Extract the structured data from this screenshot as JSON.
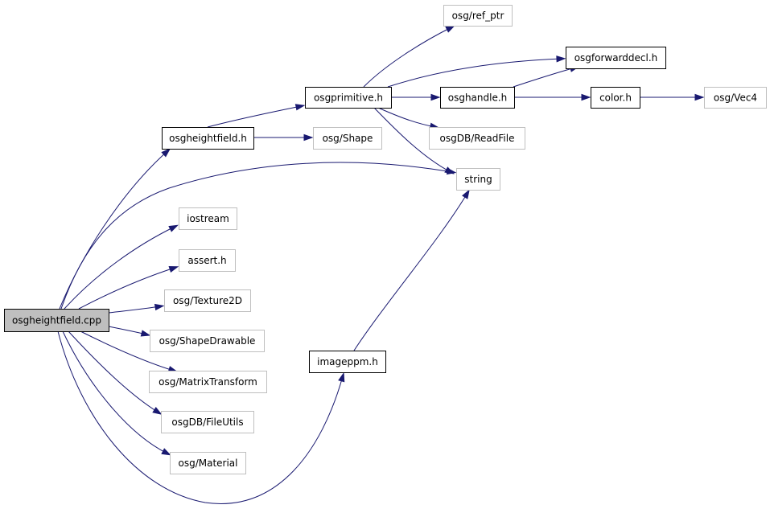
{
  "nodes": {
    "osgheightfield_cpp": {
      "label": "osgheightfield.cpp",
      "kind": "root"
    },
    "osgheightfield_h": {
      "label": "osgheightfield.h",
      "kind": "local"
    },
    "osgprimitive_h": {
      "label": "osgprimitive.h",
      "kind": "local"
    },
    "osg_ref_ptr": {
      "label": "osg/ref_ptr",
      "kind": "system"
    },
    "osgforwarddecl_h": {
      "label": "osgforwarddecl.h",
      "kind": "local"
    },
    "osghandle_h": {
      "label": "osghandle.h",
      "kind": "local"
    },
    "color_h": {
      "label": "color.h",
      "kind": "local"
    },
    "osg_vec4": {
      "label": "osg/Vec4",
      "kind": "system"
    },
    "osgdb_readfile": {
      "label": "osgDB/ReadFile",
      "kind": "system"
    },
    "string": {
      "label": "string",
      "kind": "system"
    },
    "osg_shape": {
      "label": "osg/Shape",
      "kind": "system"
    },
    "iostream": {
      "label": "iostream",
      "kind": "system"
    },
    "assert_h": {
      "label": "assert.h",
      "kind": "system"
    },
    "osg_texture2d": {
      "label": "osg/Texture2D",
      "kind": "system"
    },
    "osg_shapedrawable": {
      "label": "osg/ShapeDrawable",
      "kind": "system"
    },
    "osg_matrixtransform": {
      "label": "osg/MatrixTransform",
      "kind": "system"
    },
    "osgdb_fileutils": {
      "label": "osgDB/FileUtils",
      "kind": "system"
    },
    "osg_material": {
      "label": "osg/Material",
      "kind": "system"
    },
    "imageppm_h": {
      "label": "imageppm.h",
      "kind": "local"
    }
  },
  "edges": [
    {
      "from": "osgheightfield_cpp",
      "to": "osgheightfield_h"
    },
    {
      "from": "osgheightfield_cpp",
      "to": "string"
    },
    {
      "from": "osgheightfield_cpp",
      "to": "iostream"
    },
    {
      "from": "osgheightfield_cpp",
      "to": "assert_h"
    },
    {
      "from": "osgheightfield_cpp",
      "to": "osg_texture2d"
    },
    {
      "from": "osgheightfield_cpp",
      "to": "osg_shapedrawable"
    },
    {
      "from": "osgheightfield_cpp",
      "to": "osg_matrixtransform"
    },
    {
      "from": "osgheightfield_cpp",
      "to": "osgdb_fileutils"
    },
    {
      "from": "osgheightfield_cpp",
      "to": "osg_material"
    },
    {
      "from": "osgheightfield_cpp",
      "to": "imageppm_h"
    },
    {
      "from": "osgheightfield_h",
      "to": "osgprimitive_h"
    },
    {
      "from": "osgheightfield_h",
      "to": "osg_shape"
    },
    {
      "from": "osgprimitive_h",
      "to": "osg_ref_ptr"
    },
    {
      "from": "osgprimitive_h",
      "to": "osgforwarddecl_h"
    },
    {
      "from": "osgprimitive_h",
      "to": "osghandle_h"
    },
    {
      "from": "osgprimitive_h",
      "to": "osgdb_readfile"
    },
    {
      "from": "osgprimitive_h",
      "to": "string"
    },
    {
      "from": "osghandle_h",
      "to": "osgforwarddecl_h"
    },
    {
      "from": "osghandle_h",
      "to": "color_h"
    },
    {
      "from": "color_h",
      "to": "osg_vec4"
    },
    {
      "from": "imageppm_h",
      "to": "string"
    }
  ]
}
